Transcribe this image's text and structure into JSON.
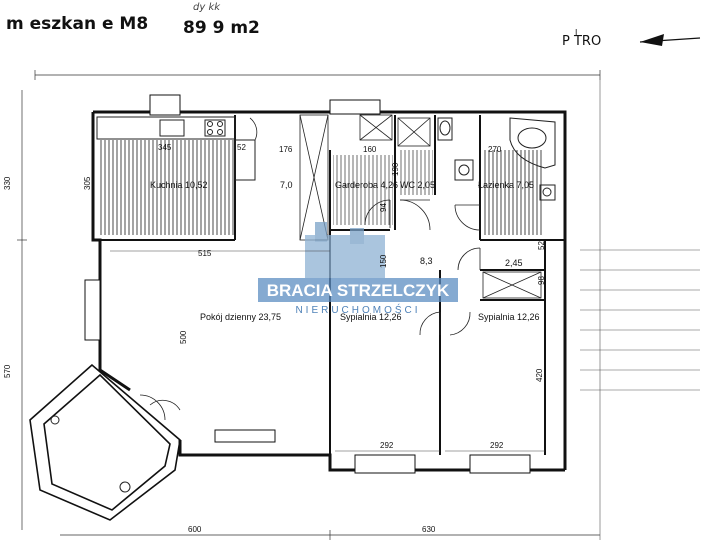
{
  "header": {
    "title": "m eszkan e M8",
    "area": "89 9 m2",
    "handwriting": "dy kk",
    "floor": "P TRO",
    "floor_mark": "I"
  },
  "watermark": {
    "name": "BRACIA STRZELCZYK",
    "tagline": "NIERUCHOMOŚCI"
  },
  "rooms": {
    "kitchen": "Kuchnia 10,52",
    "hall": "7,0",
    "wardrobe": "Garderoba 4,26",
    "wc": "WC 2,05",
    "bathroom": "Łazienka 7,05",
    "corridor": "8,3",
    "storage": "2,45",
    "living": "Pokój dzienny 23,75",
    "bedroom1": "Sypialnia 12,26",
    "bedroom2": "Sypialnia 12,26"
  },
  "dimensions": {
    "d345": "345",
    "d52a": "52",
    "d176": "176",
    "d160": "160",
    "d270": "270",
    "d305": "305",
    "d190": "190",
    "d94": "94",
    "d515": "515",
    "d150": "150",
    "d52b": "52",
    "d98": "98",
    "d500": "500",
    "d420": "420",
    "d292a": "292",
    "d292b": "292",
    "d330": "330",
    "d570": "570",
    "d600": "600",
    "d630": "630"
  }
}
